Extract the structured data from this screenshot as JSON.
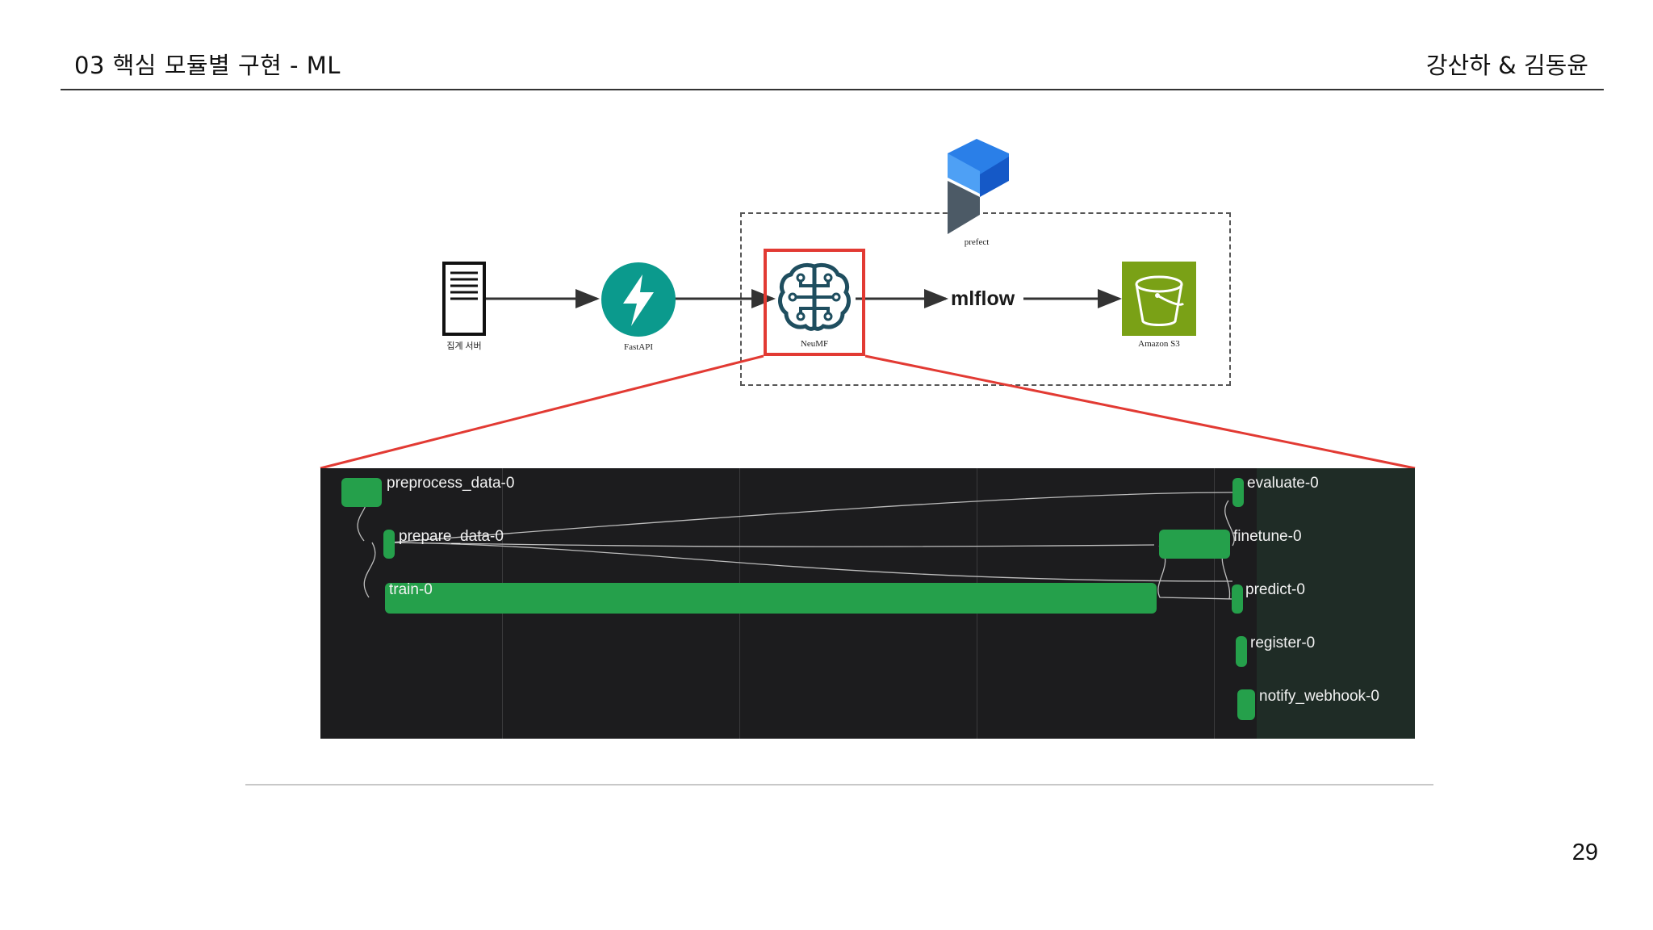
{
  "header": {
    "title": "03 핵심 모듈별 구현 -  ML",
    "authors": "강산하 & 김동윤"
  },
  "architecture": {
    "prefect_label": "prefect",
    "nodes": {
      "server": "집계 서버",
      "fastapi": "FastAPI",
      "neumf": "NeuMF",
      "mlflow": "mlflow",
      "s3": "Amazon S3"
    },
    "colors": {
      "fastapi": "#0b9a8d",
      "s3": "#7aa116",
      "highlight": "#e23a33",
      "prefect_top": "#1d6fe0",
      "neumf": "#1f4e5f"
    }
  },
  "flow_run": {
    "tasks": [
      {
        "name": "preprocess_data-0"
      },
      {
        "name": "prepare_data-0"
      },
      {
        "name": "train-0"
      },
      {
        "name": "evaluate-0"
      },
      {
        "name": "finetune-0"
      },
      {
        "name": "predict-0"
      },
      {
        "name": "register-0"
      },
      {
        "name": "notify_webhook-0"
      }
    ],
    "colors": {
      "bar": "#25a04b",
      "background": "#1c1c1e",
      "pane": "#1f2c26"
    }
  },
  "footer": {
    "page_number": "29"
  }
}
